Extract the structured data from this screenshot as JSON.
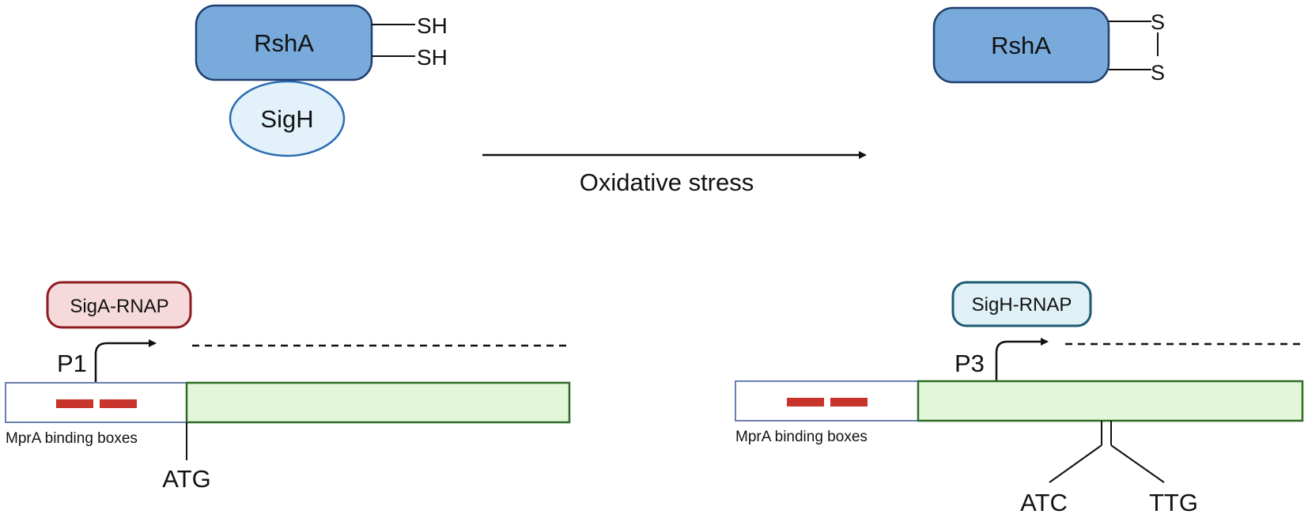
{
  "colors": {
    "rsha_fill": "#78aadb",
    "rsha_stroke": "#1f3f6e",
    "sigh_fill": "#e3f2fa",
    "sigh_stroke": "#2a6cb4",
    "siga_rnap_fill": "#f6d9da",
    "siga_rnap_stroke": "#8c1c22",
    "sigh_rnap_fill": "#dff1f6",
    "sigh_rnap_stroke": "#1e5a73",
    "gene_fill": "#e2f6da",
    "gene_stroke": "#2f6b27",
    "promoter_stroke": "#6b7fb0",
    "mpra_box": "#c8332b",
    "line": "#111111"
  },
  "top": {
    "left_protein": "RshA",
    "left_thiol_top": "SH",
    "left_thiol_bottom": "SH",
    "sigma": "SigH",
    "arrow_label": "Oxidative stress",
    "right_protein": "RshA",
    "right_sulfur_top": "S",
    "right_sulfur_bottom": "S"
  },
  "left_gene": {
    "polymerase": "SigA-RNAP",
    "promoter": "P1",
    "binding_label": "MprA binding boxes",
    "start_codon": "ATG"
  },
  "right_gene": {
    "polymerase": "SigH-RNAP",
    "promoter": "P3",
    "binding_label": "MprA binding boxes",
    "codon_1": "ATC",
    "codon_2": "TTG"
  }
}
